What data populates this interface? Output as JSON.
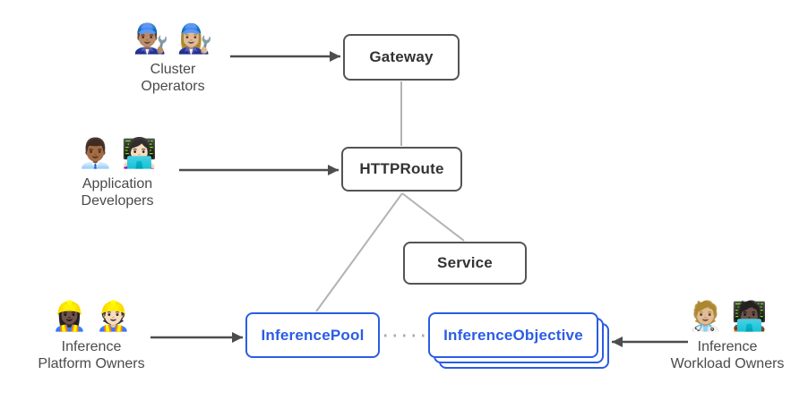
{
  "personas": {
    "cluster_operators": {
      "emojis": "👨🏽‍🔧 👩🏼‍🔧",
      "line1": "Cluster",
      "line2": "Operators"
    },
    "application_developers": {
      "emojis": "👨🏾‍💼 👩🏻‍💻",
      "line1": "Application",
      "line2": "Developers"
    },
    "inference_platform_owners": {
      "emojis": "👷🏿‍♀️ 👷🏻",
      "line1": "Inference",
      "line2": "Platform Owners"
    },
    "inference_workload_owners": {
      "emojis": "🧑🏼‍⚕️ 🧑🏿‍💻",
      "line1": "Inference",
      "line2": "Workload Owners"
    }
  },
  "nodes": {
    "gateway": {
      "label": "Gateway"
    },
    "httproute": {
      "label": "HTTPRoute"
    },
    "service": {
      "label": "Service"
    },
    "inferencepool": {
      "label": "InferencePool"
    },
    "inferenceobjective": {
      "label": "InferenceObjective",
      "stacked_copies": 3
    }
  },
  "edges": {
    "gateway_httproute": "solid-gray",
    "httproute_inferencepool": "solid-gray",
    "httproute_service": "solid-gray",
    "inferencepool_inferenceobjective": "dotted-gray",
    "cluster_operators_gateway": "arrow-dark",
    "application_developers_httproute": "arrow-dark",
    "inference_platform_owners_inferencepool": "arrow-dark",
    "inference_workload_owners_inferenceobjective": "arrow-dark"
  },
  "colors": {
    "blue_accent": "#2B5CE5",
    "node_border": "#545454",
    "node_text": "#333333",
    "connector_gray": "#b3b3b3",
    "arrow_dark": "#4d4d4d",
    "persona_label": "#4a4a4a",
    "background": "#ffffff"
  }
}
